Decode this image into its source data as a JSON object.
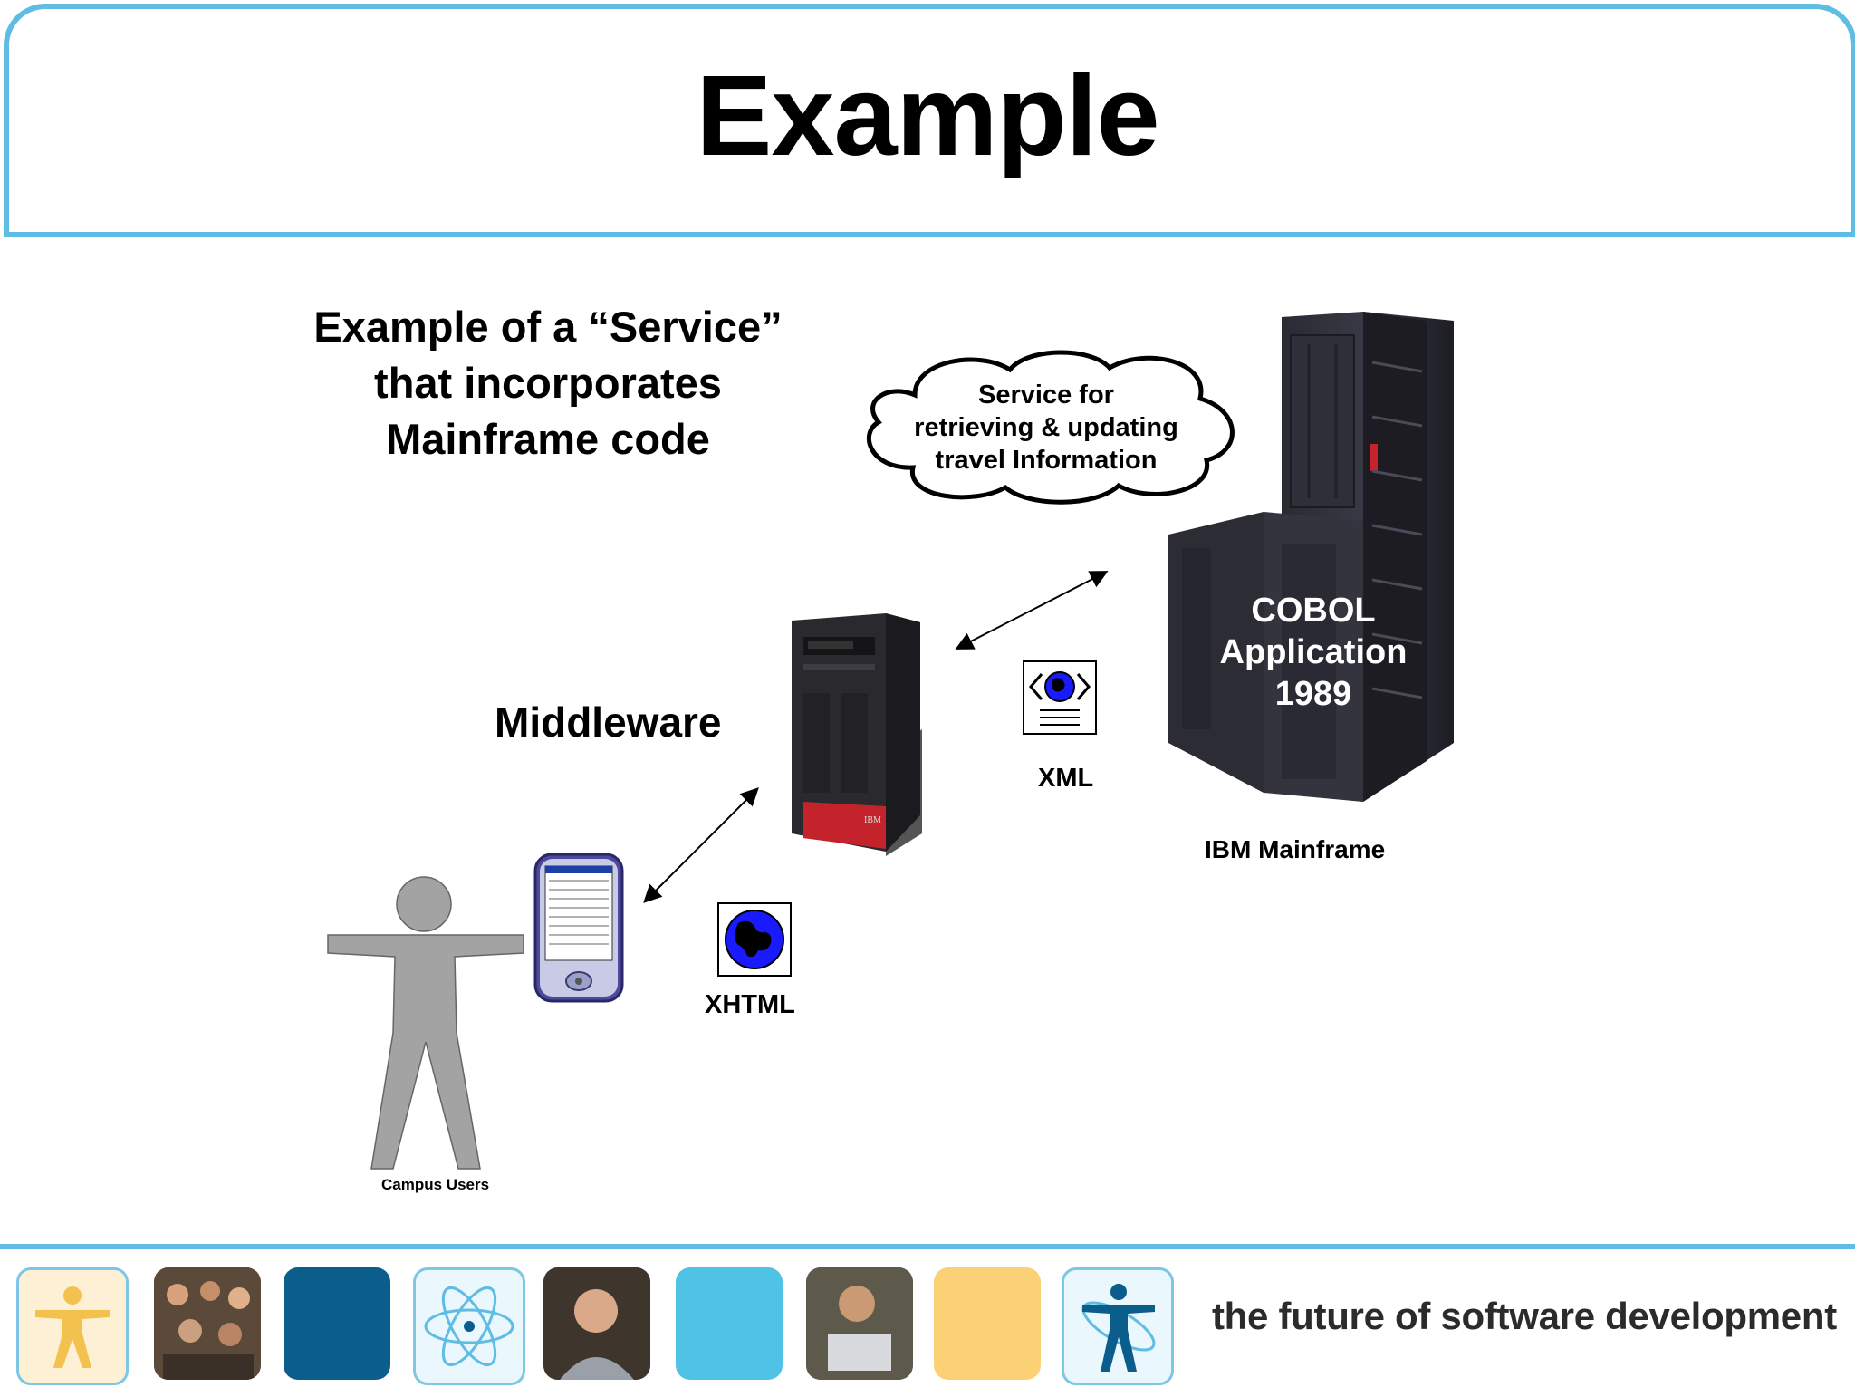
{
  "slide": {
    "title": "Example",
    "subtitle_lines": [
      "Example of a “Service”",
      "that incorporates",
      "Mainframe code"
    ]
  },
  "diagram": {
    "cloud_lines": [
      "Service for",
      "retrieving & updating",
      "travel Information"
    ],
    "cobol_lines": [
      "COBOL",
      "Application",
      "1989"
    ],
    "labels": {
      "middleware": "Middleware",
      "xml": "XML",
      "xhtml": "XHTML",
      "mainframe": "IBM Mainframe",
      "users": "Campus Users"
    },
    "icons": [
      "user-figure-icon",
      "pda-device-icon",
      "globe-document-icon",
      "xml-globe-icon",
      "ibm-server-icon",
      "mainframe-icon",
      "cloud-icon"
    ]
  },
  "footer": {
    "tagline": "the future of software development"
  },
  "colors": {
    "accent": "#5fbde3",
    "dark_blue": "#0b5d8c",
    "light_blue": "#4fc2e6",
    "yellow": "#fcd175",
    "figure_gray": "#a3a3a3",
    "server_red": "#c4232c"
  }
}
